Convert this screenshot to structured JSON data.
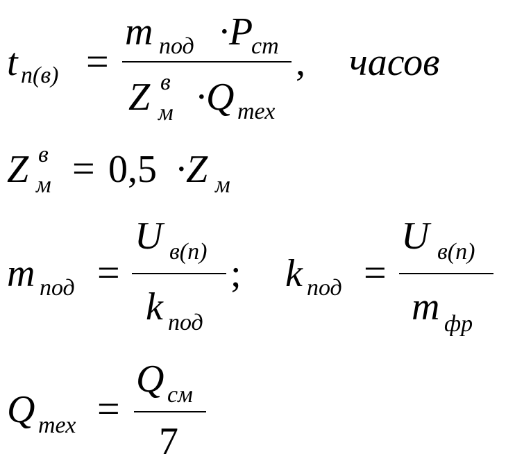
{
  "formulas": {
    "f1": {
      "lhs_main": "t",
      "lhs_sub": "п(в)",
      "eq": "=",
      "num_m": "m",
      "num_m_sub": "под",
      "num_dot": "·",
      "num_p": "P",
      "num_p_sub": "ст",
      "den_z": "Z",
      "den_z_sup": "в",
      "den_z_sub": "м",
      "den_dot": "·",
      "den_q": "Q",
      "den_q_sub": "тех",
      "comma": ",",
      "unit": "часов"
    },
    "f2": {
      "lhs_main": "Z",
      "lhs_sup": "в",
      "lhs_sub": "м",
      "eq": "=",
      "coef": "0,5",
      "dot": "·",
      "rhs_main": "Z",
      "rhs_sub": "м"
    },
    "f3": {
      "lhs_main": "m",
      "lhs_sub": "под",
      "eq": "=",
      "num_main": "U",
      "num_sub": "в(п)",
      "den_main": "k",
      "den_sub": "под",
      "semicolon": ";"
    },
    "f4": {
      "lhs_main": "k",
      "lhs_sub": "под",
      "eq": "=",
      "num_main": "U",
      "num_sub": "в(п)",
      "den_main": "m",
      "den_sub": "фр"
    },
    "f5": {
      "lhs_main": "Q",
      "lhs_sub": "тех",
      "eq": "=",
      "num_main": "Q",
      "num_sub": "см",
      "den": "7"
    }
  }
}
